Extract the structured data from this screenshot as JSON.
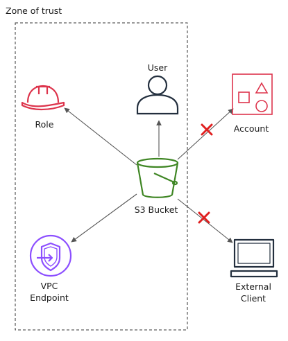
{
  "zone": {
    "title": "Zone of trust"
  },
  "nodes": {
    "user": {
      "label": "User",
      "color": "#232f3e"
    },
    "role": {
      "label": "Role",
      "color": "#dd344c"
    },
    "bucket": {
      "label": "S3 Bucket",
      "color": "#3f8624"
    },
    "account": {
      "label": "Account",
      "color": "#dd344c"
    },
    "vpc": {
      "label_line1": "VPC",
      "label_line2": "Endpoint",
      "color": "#8c4fff"
    },
    "client": {
      "label_line1": "External",
      "label_line2": "Client",
      "color": "#232f3e"
    }
  },
  "denied_mark_color": "#e02020",
  "arrow_color": "#555555"
}
